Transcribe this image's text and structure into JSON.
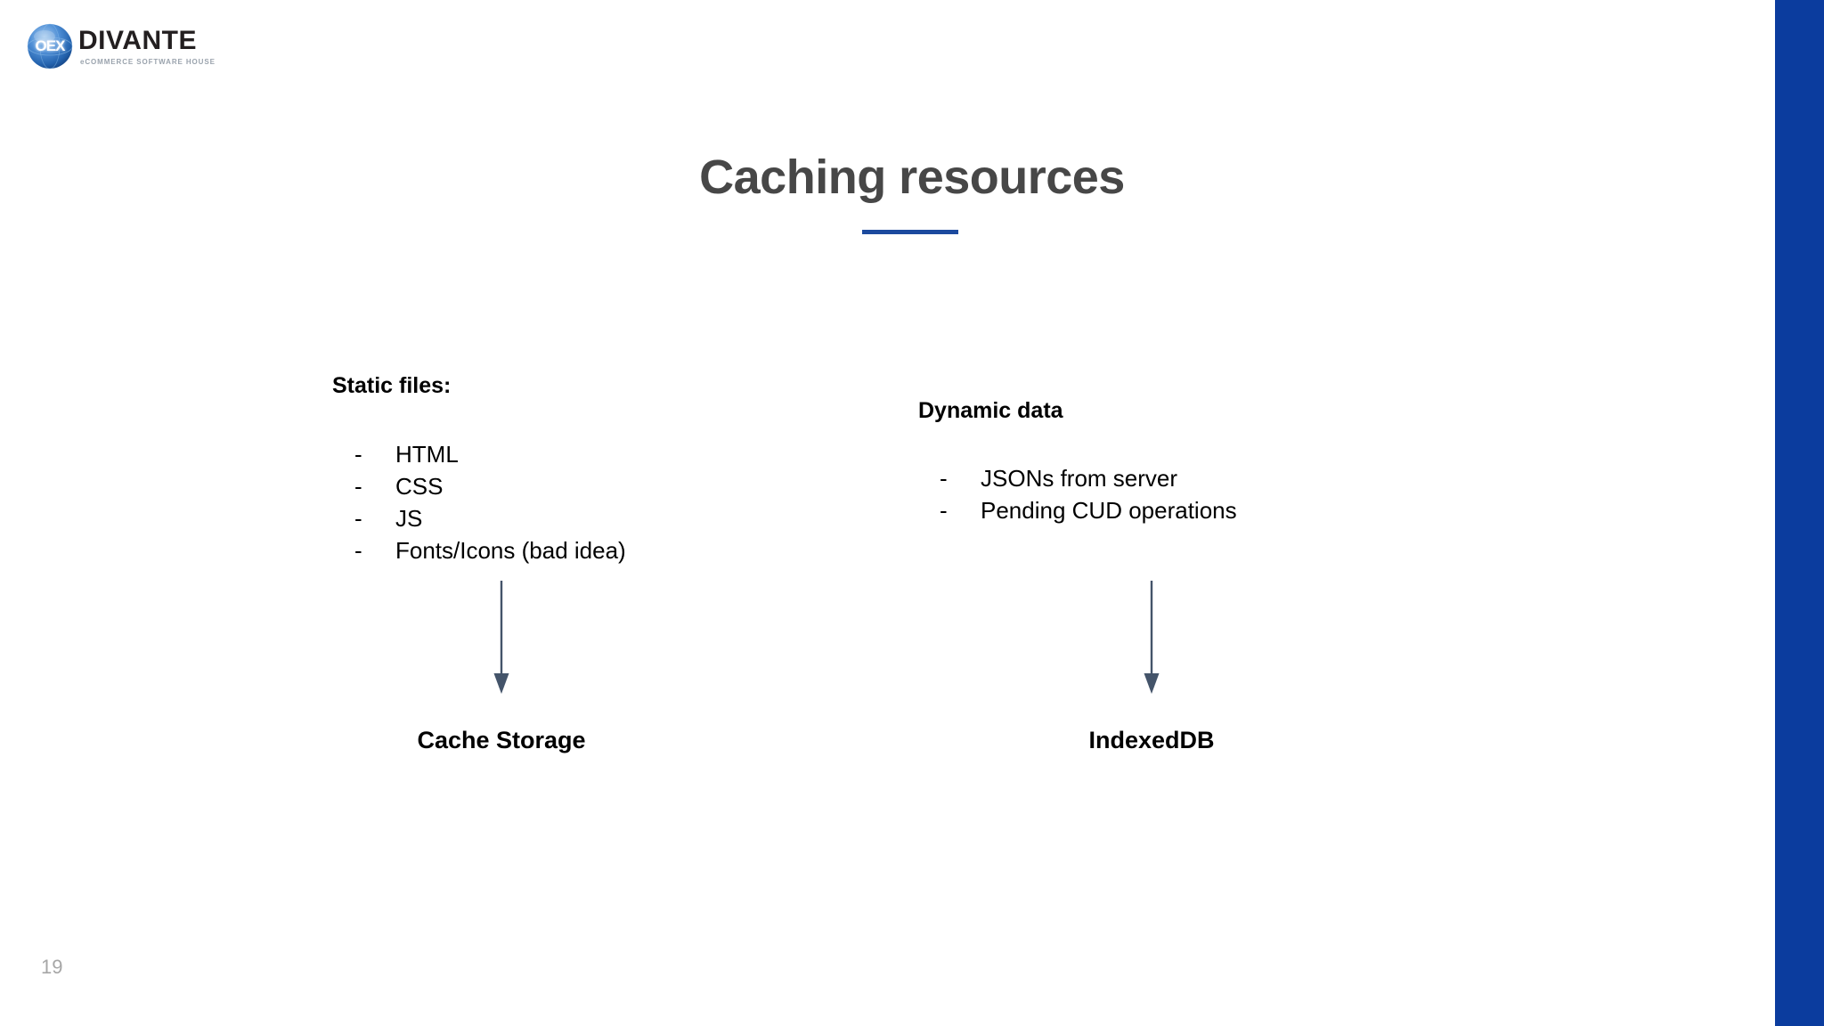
{
  "slide": {
    "title": "Caching resources",
    "page_number": "19",
    "accent_color": "#1C4A9E",
    "sidebar_color": "#0B3C9E",
    "title_color": "#474747"
  },
  "logo": {
    "mark_text": "OEX",
    "wordmark": "DIVANTE",
    "tagline": "eCOMMERCE SOFTWARE HOUSE",
    "globe_color": "#3C78C8"
  },
  "columns": [
    {
      "heading": "Static files:",
      "items": [
        {
          "bullet": "-",
          "text": "HTML"
        },
        {
          "bullet": "-",
          "text": "CSS"
        },
        {
          "bullet": "-",
          "text": "JS"
        },
        {
          "bullet": "-",
          "text": "Fonts/Icons (bad idea)"
        }
      ],
      "target": "Cache Storage"
    },
    {
      "heading": "Dynamic data",
      "items": [
        {
          "bullet": "-",
          "text": "JSONs from server"
        },
        {
          "bullet": "-",
          "text": "Pending CUD operations"
        }
      ],
      "target": "IndexedDB"
    }
  ],
  "arrows": {
    "color": "#44546A",
    "direction": "down"
  }
}
